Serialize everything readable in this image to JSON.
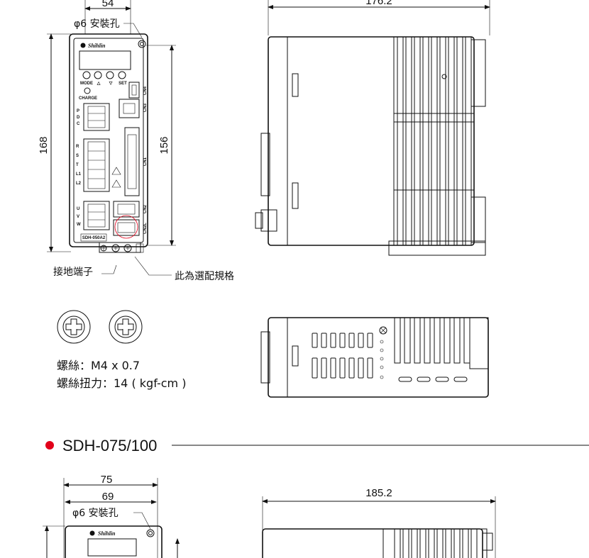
{
  "top_drawing": {
    "width_dim": "54",
    "hole_label": "φ6 安裝孔",
    "height_outer": "168",
    "height_inner": "156",
    "side_width_dim": "176.2",
    "brand": "Shihlin",
    "model_plate": "SDH-050A2",
    "buttons": [
      "MODE",
      "△",
      "▽",
      "SET"
    ],
    "charge_label": "CHARGE",
    "terminal_groups": {
      "pdc": [
        "P",
        "D",
        "C"
      ],
      "rst": [
        "R",
        "S",
        "T",
        "L1",
        "L2"
      ],
      "uvw": [
        "U",
        "V",
        "W"
      ]
    },
    "connectors": [
      "CN4",
      "CN3",
      "CN1",
      "CN2",
      "CN2L"
    ],
    "ground_label": "接地端子",
    "option_label": "此為選配規格"
  },
  "screw_spec": {
    "screw_line": "螺絲：M4 x 0.7",
    "torque_line": "螺絲扭力：14 ( kgf-cm )"
  },
  "section": {
    "title": "SDH-075/100",
    "bullet_color": "#e2001a"
  },
  "bottom_drawing": {
    "width_outer": "75",
    "width_inner": "69",
    "hole_label": "φ6 安裝孔",
    "brand": "Shihlin",
    "side_width_dim": "185.2"
  }
}
